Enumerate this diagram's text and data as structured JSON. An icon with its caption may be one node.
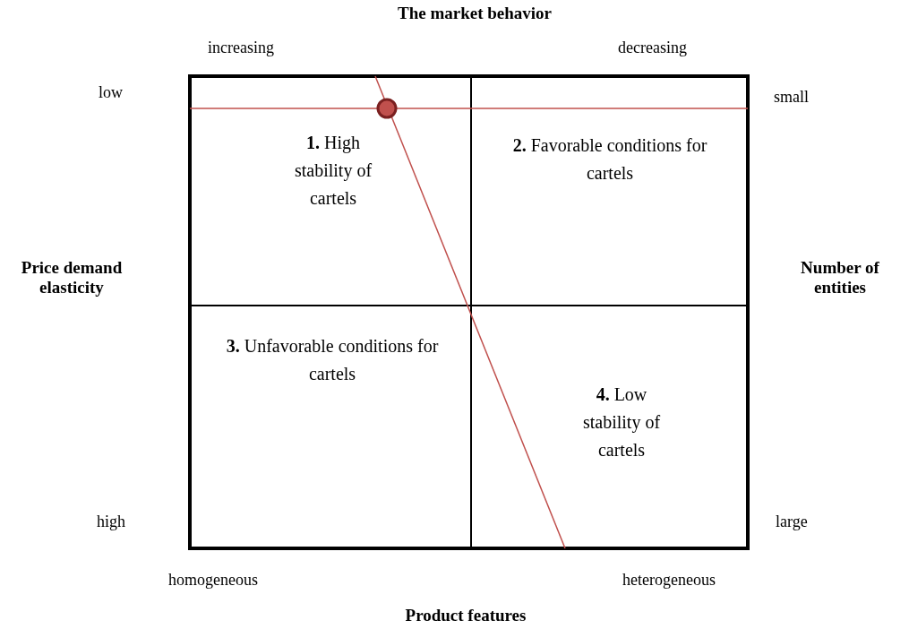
{
  "diagram": {
    "title": "The market behavior",
    "nodes": [
      {
        "text": [
          "**1.** High stability of cartels"
        ]
      },
      {
        "text": [
          "**2.** Favorable conditions for cartels"
        ]
      },
      {
        "text": [
          "**3.** Unfavorable conditions for cartels"
        ]
      },
      {
        "text": [
          "**4.** Low stability of cartels"
        ]
      }
    ],
    "edges": [],
    "labels": [
      "increasing",
      "decreasing",
      "low",
      "small",
      "Price demand elasticity",
      "Number of entities",
      "high",
      "large",
      "homogeneous",
      "heterogeneous",
      "Product features"
    ]
  }
}
